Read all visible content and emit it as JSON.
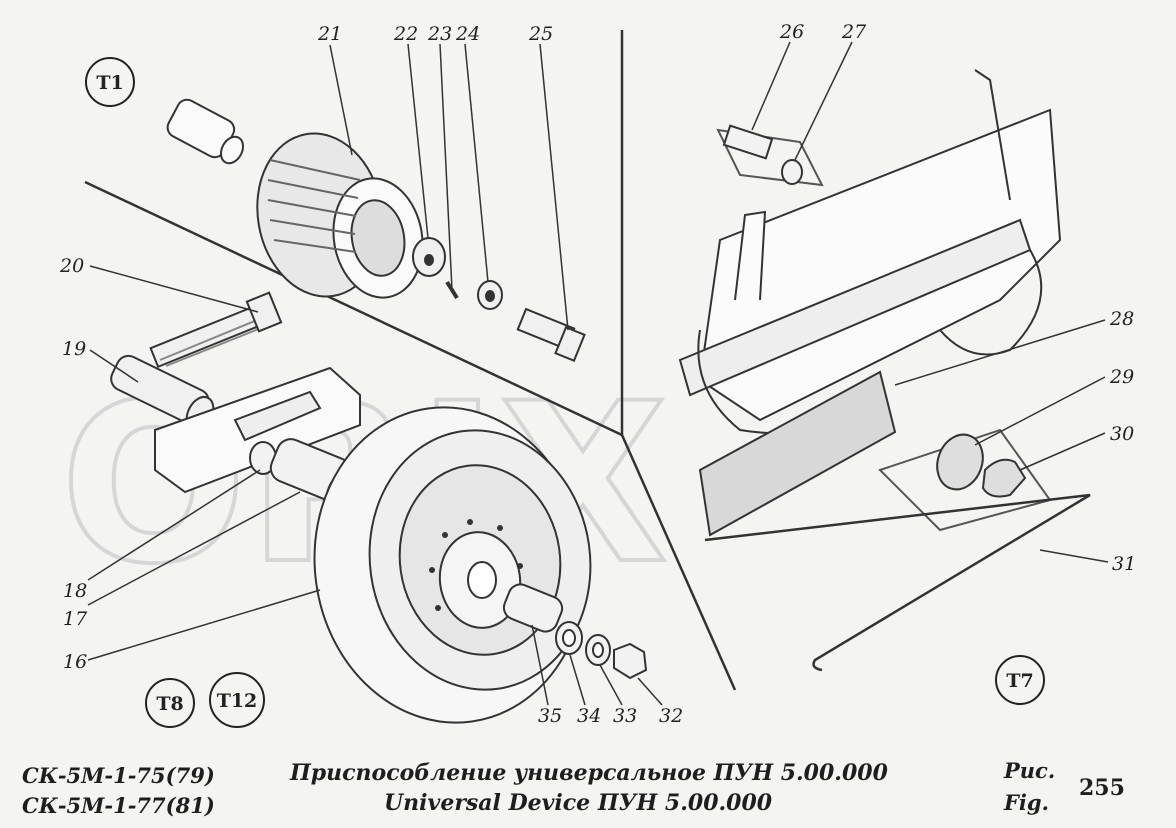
{
  "watermark": "ORIX",
  "zone_markers": [
    "T1",
    "T8",
    "T12",
    "T7"
  ],
  "callouts": {
    "p16": "16",
    "p17": "17",
    "p18": "18",
    "p19": "19",
    "p20": "20",
    "p21": "21",
    "p22": "22",
    "p23": "23",
    "p24": "24",
    "p25": "25",
    "p26": "26",
    "p27": "27",
    "p28": "28",
    "p29": "29",
    "p30": "30",
    "p31": "31",
    "p32": "32",
    "p33": "33",
    "p34": "34",
    "p35": "35"
  },
  "caption": {
    "model_1": "СК-5М-1-75(79)",
    "model_2": "СК-5М-1-77(81)",
    "title_ru": "Приспособление универсальное ПУН 5.00.000",
    "title_en": "Universal Device ПУН 5.00.000",
    "fig_ru": "Рис.",
    "fig_en": "Fig.",
    "fig_number": "255"
  }
}
